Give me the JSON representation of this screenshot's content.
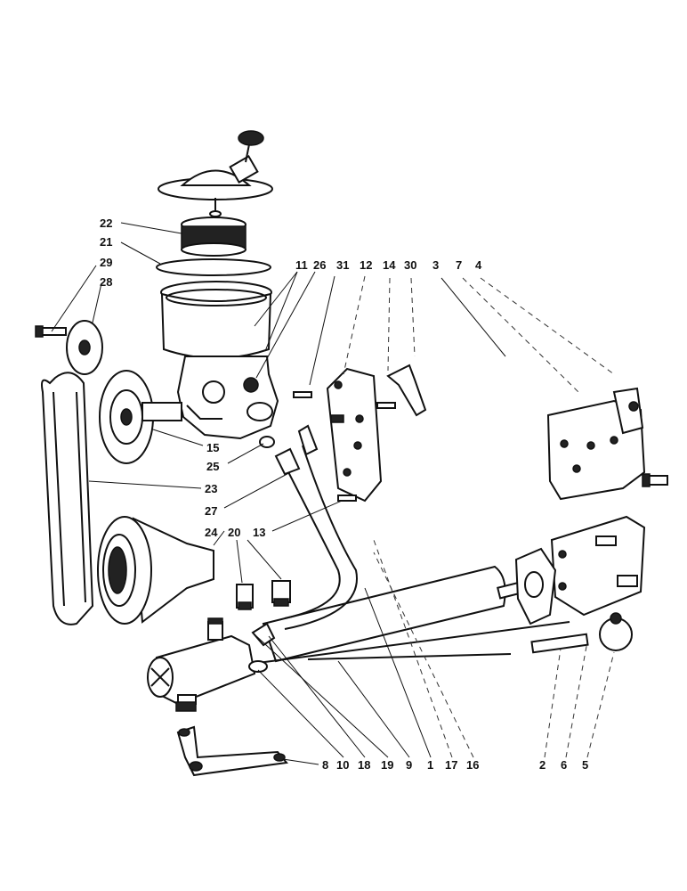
{
  "diagram": {
    "callouts": [
      {
        "id": "c22",
        "text": "22"
      },
      {
        "id": "c21",
        "text": "21"
      },
      {
        "id": "c29",
        "text": "29"
      },
      {
        "id": "c28",
        "text": "28"
      },
      {
        "id": "c11",
        "text": "11"
      },
      {
        "id": "c26",
        "text": "26"
      },
      {
        "id": "c31",
        "text": "31"
      },
      {
        "id": "c12",
        "text": "12"
      },
      {
        "id": "c14",
        "text": "14"
      },
      {
        "id": "c30",
        "text": "30"
      },
      {
        "id": "c3",
        "text": "3"
      },
      {
        "id": "c7",
        "text": "7"
      },
      {
        "id": "c4",
        "text": "4"
      },
      {
        "id": "c15",
        "text": "15"
      },
      {
        "id": "c25",
        "text": "25"
      },
      {
        "id": "c23",
        "text": "23"
      },
      {
        "id": "c27",
        "text": "27"
      },
      {
        "id": "c24",
        "text": "24"
      },
      {
        "id": "c20",
        "text": "20"
      },
      {
        "id": "c13",
        "text": "13"
      },
      {
        "id": "c8",
        "text": "8"
      },
      {
        "id": "c10",
        "text": "10"
      },
      {
        "id": "c18",
        "text": "18"
      },
      {
        "id": "c19",
        "text": "19"
      },
      {
        "id": "c9",
        "text": "9"
      },
      {
        "id": "c1",
        "text": "1"
      },
      {
        "id": "c17",
        "text": "17"
      },
      {
        "id": "c16",
        "text": "16"
      },
      {
        "id": "c2",
        "text": "2"
      },
      {
        "id": "c6",
        "text": "6"
      },
      {
        "id": "c5",
        "text": "5"
      }
    ]
  }
}
